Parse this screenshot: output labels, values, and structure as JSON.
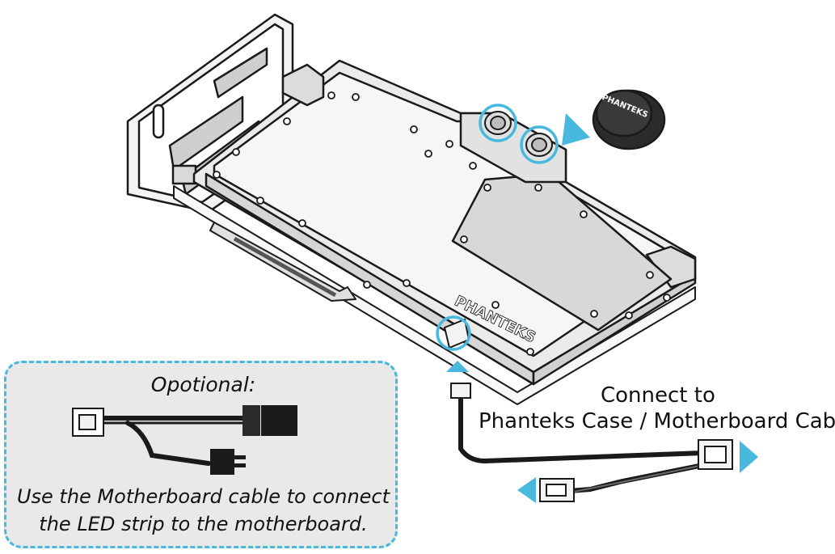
{
  "optional_box": {
    "title": "Opotional:",
    "note_line1": "Use the Motherboard cable to connect",
    "note_line2": "the LED strip to the motherboard."
  },
  "connect_label": {
    "line1": "Connect to",
    "line2": "Phanteks Case / Motherboard Cable"
  },
  "cap_brand": "PHANTEKS",
  "block_brand": "PHANTEKS",
  "colors": {
    "accent": "#49b8de",
    "outline": "#1a1a1a",
    "box_fill": "#e9e9e9",
    "metal": "#ebebeb"
  }
}
